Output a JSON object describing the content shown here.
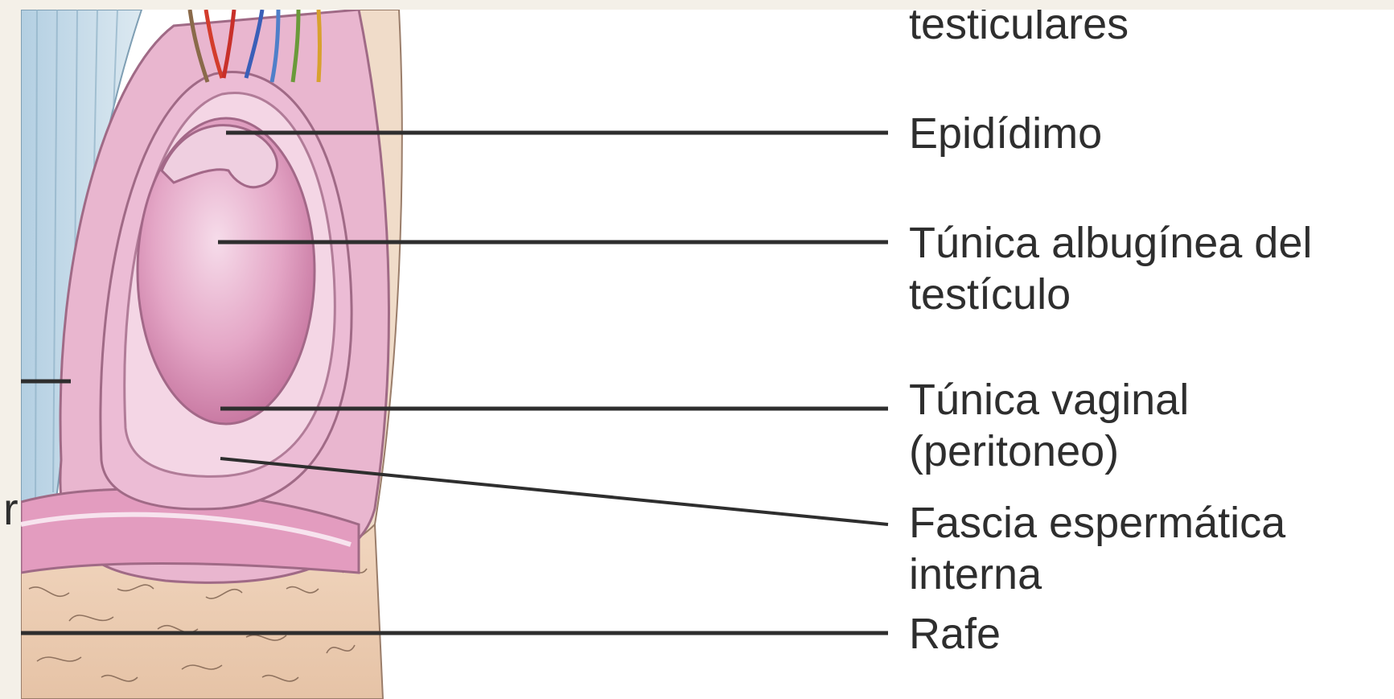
{
  "labels": {
    "testiculares": "testiculares",
    "epididimo": "Epidídimo",
    "tunica_albuginea_line1": "Túnica albugínea del",
    "tunica_albuginea_line2": "testículo",
    "tunica_vaginal_line1": "Túnica vaginal",
    "tunica_vaginal_line2": "(peritoneo)",
    "fascia_line1": "Fascia espermática",
    "fascia_line2": "interna",
    "rafe": "Rafe"
  },
  "fragment_left": "r",
  "colors": {
    "background": "#ffffff",
    "frame": "#f4f0e8",
    "leader_line": "#2e2e2e",
    "label_text": "#2e2e2e",
    "testis_pink": "#e8a9c8",
    "skin": "#e9c9b0",
    "fascia_blue": "#bfd7e6"
  }
}
